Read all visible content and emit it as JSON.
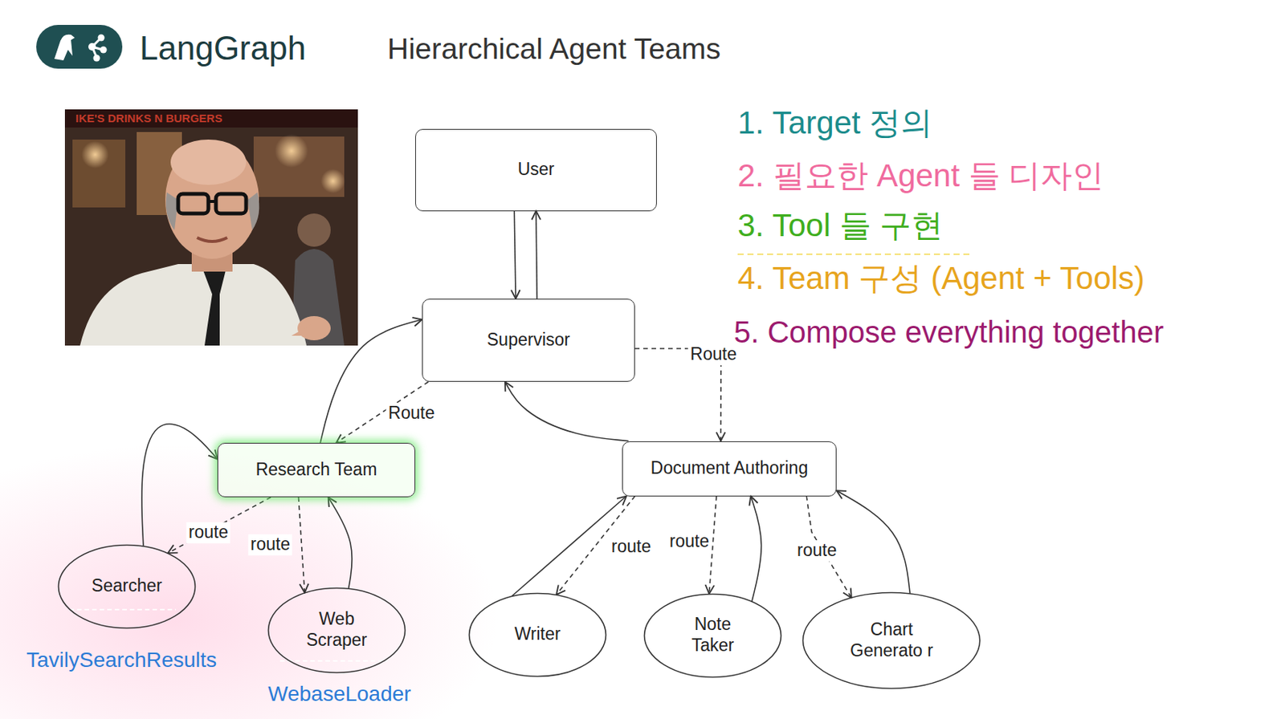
{
  "diagram": {
    "title": "Hierarchical Agent Teams",
    "nodes": [
      {
        "text": [
          "User"
        ]
      },
      {
        "text": [
          "Supervisor"
        ]
      },
      {
        "text": [
          "Research Team"
        ]
      },
      {
        "text": [
          "Document Authoring"
        ]
      },
      {
        "text": [
          "Searcher"
        ]
      },
      {
        "text": [
          "Web Scraper"
        ]
      },
      {
        "text": [
          "Writer"
        ]
      },
      {
        "text": [
          "Note Taker"
        ]
      },
      {
        "text": [
          "Chart Generato r"
        ]
      }
    ],
    "edges": [
      {
        "from": 0,
        "to": 1,
        "arrow": "to"
      },
      {
        "from": 1,
        "to": 0,
        "arrow": "to"
      },
      {
        "from": 1,
        "to": 2,
        "label": "Route",
        "arrow": "to"
      },
      {
        "from": 2,
        "to": 1,
        "arrow": "to"
      },
      {
        "from": 1,
        "to": 3,
        "label": "Route",
        "arrow": "to"
      },
      {
        "from": 3,
        "to": 1,
        "arrow": "to"
      },
      {
        "from": 2,
        "to": 4,
        "label": "route",
        "arrow": "to"
      },
      {
        "from": 4,
        "to": 2,
        "arrow": "to"
      },
      {
        "from": 2,
        "to": 5,
        "label": "route",
        "arrow": "to"
      },
      {
        "from": 5,
        "to": 2,
        "arrow": "to"
      },
      {
        "from": 3,
        "to": 6,
        "label": "route",
        "arrow": "to"
      },
      {
        "from": 6,
        "to": 3,
        "arrow": "to"
      },
      {
        "from": 3,
        "to": 7,
        "label": "route",
        "arrow": "to"
      },
      {
        "from": 7,
        "to": 3,
        "arrow": "to"
      },
      {
        "from": 3,
        "to": 8,
        "label": "route",
        "arrow": "to"
      },
      {
        "from": 8,
        "to": 3,
        "arrow": "to"
      }
    ],
    "labels": [
      "LangGraph",
      "IKE'S DRINKS N BURGERS",
      "1. Target 정의",
      "2. 필요한 Agent 들 디자인",
      "3. Tool 들 구현",
      "4. Team 구성 (Agent + Tools)",
      "5. Compose everything together",
      "TavilySearchResults",
      "WebaseLoader"
    ]
  }
}
